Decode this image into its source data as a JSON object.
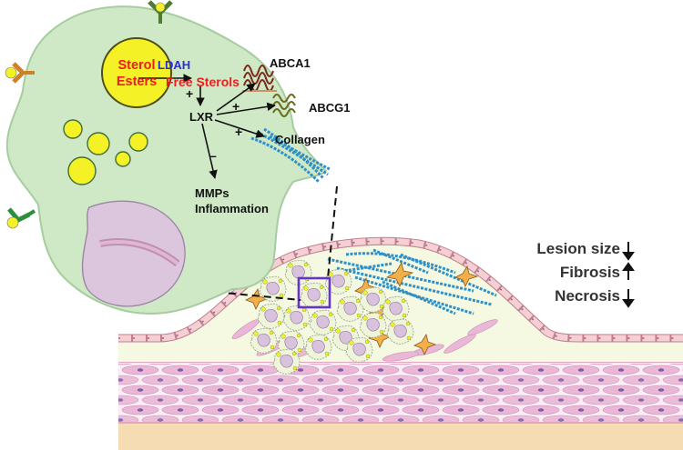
{
  "cell": {
    "lipid_droplet_label_line1": "Sterol",
    "lipid_droplet_label_line2": "Esters",
    "enzyme_label": "LDAH",
    "product_label": "Free Sterols",
    "receptor_label": "LXR",
    "sign_plus_1": "+",
    "sign_plus_2": "+",
    "sign_plus_3": "+",
    "sign_minus": "–",
    "target_abca1": "ABCA1",
    "target_abcg1": "ABCG1",
    "target_collagen": "Collagen",
    "repressed_line1": "MMPs",
    "repressed_line2": "Inflammation"
  },
  "outcomes": [
    {
      "label": "Lesion size",
      "direction": "down"
    },
    {
      "label": "Fibrosis",
      "direction": "up"
    },
    {
      "label": "Necrosis",
      "direction": "down"
    }
  ],
  "colors": {
    "cell_fill": "#cfe8c6",
    "cell_stroke": "#9cc597",
    "lipid": "#f4f226",
    "lipid_stroke": "#7a7a1a",
    "nucleus": "#d9c4dc",
    "enzyme_text": "#2a2ee0",
    "product_text": "#ee1c1c",
    "sterol_text": "#ee1c1c",
    "collagen": "#2f8fc7",
    "endothelium": "#f3c6cc",
    "smc": "#e9b8d6",
    "plaque_bg": "#f4f8e1",
    "adventitia": "#f4d6a6",
    "highlight_box": "#6633cc"
  }
}
